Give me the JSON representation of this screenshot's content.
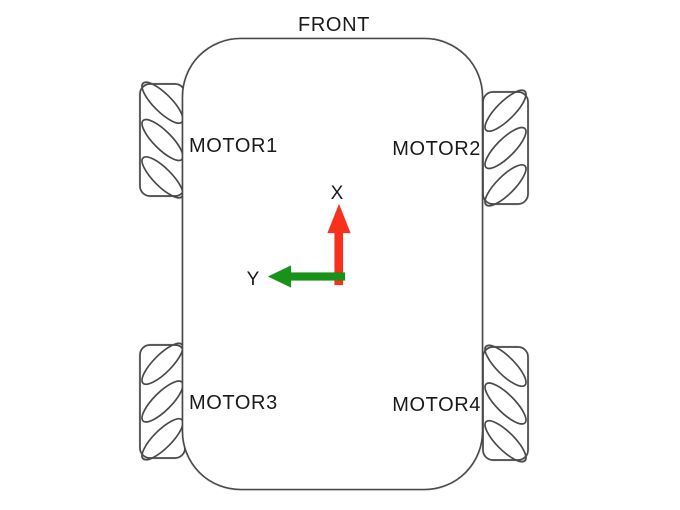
{
  "diagram": {
    "front_label": "FRONT",
    "motors": [
      {
        "label": "MOTOR1",
        "position": "front-left",
        "roller_direction": "\\"
      },
      {
        "label": "MOTOR2",
        "position": "front-right",
        "roller_direction": "/"
      },
      {
        "label": "MOTOR3",
        "position": "rear-left",
        "roller_direction": "/"
      },
      {
        "label": "MOTOR4",
        "position": "rear-right",
        "roller_direction": "\\"
      }
    ],
    "axes": {
      "x": {
        "label": "X",
        "direction": "up",
        "color": "#f8301c"
      },
      "y": {
        "label": "Y",
        "direction": "left",
        "color": "#179417"
      }
    },
    "outline_color": "#4a4a4a",
    "background_color": "#ffffff"
  }
}
